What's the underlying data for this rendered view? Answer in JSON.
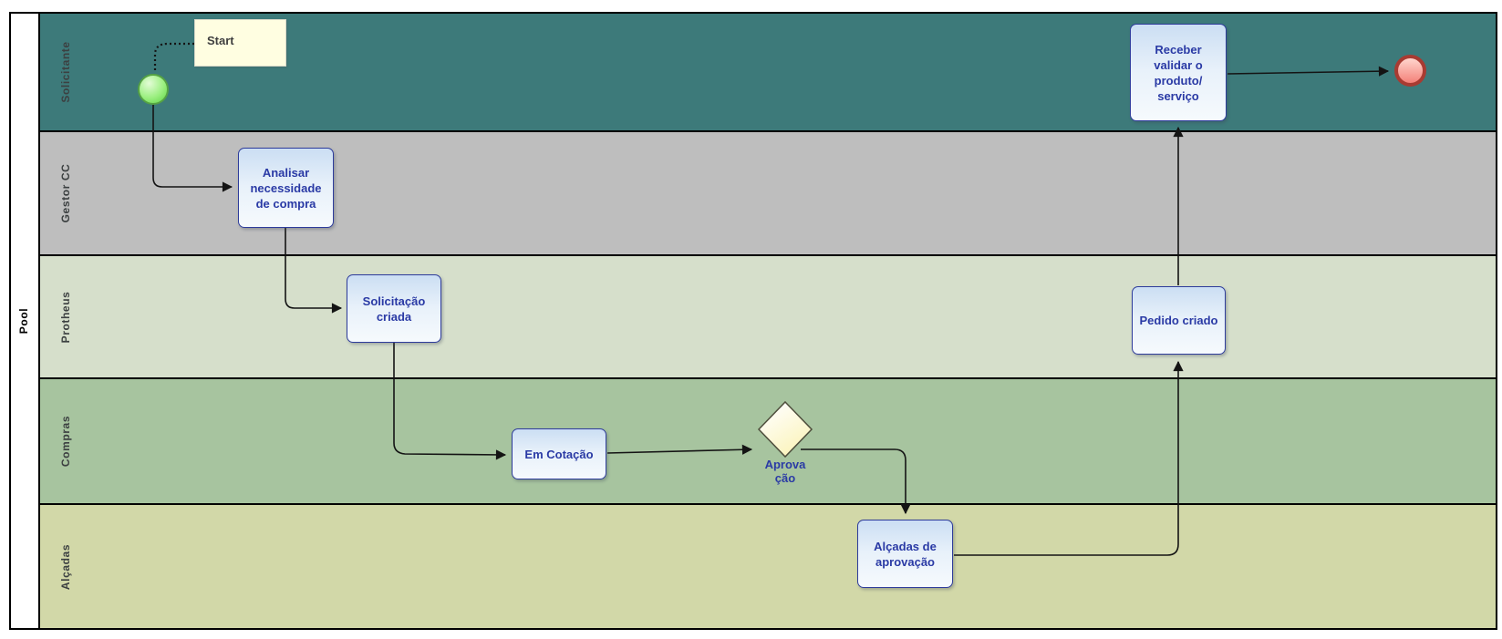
{
  "pool": {
    "label": "Pool"
  },
  "lanes": [
    {
      "label": "Solicitante",
      "color": "#3D7A7A"
    },
    {
      "label": "Gestor CC",
      "color": "#BEBEBE"
    },
    {
      "label": "Protheus",
      "color": "#D6DFCB"
    },
    {
      "label": "Compras",
      "color": "#A7C49F"
    },
    {
      "label": "Alçadas",
      "color": "#D2D8A8"
    }
  ],
  "nodes": {
    "start_note": "Start",
    "analisar": "Analisar\nnecessidade\nde compra",
    "solicitacao": "Solicitação\ncriada",
    "em_cotacao": "Em Cotação",
    "aprovacao": "Aprova\nção",
    "alcadas": "Alçadas de\naprovação",
    "pedido": "Pedido criado",
    "receber": "Receber\nvalidar o\nproduto/\nserviço"
  },
  "colors": {
    "task_fill_top": "#CBDEF3",
    "task_fill_bottom": "#F6FAFD",
    "task_border": "#2E3C9B",
    "task_text": "#2A3AA5",
    "note_fill": "#FFFEE1",
    "gateway_fill": "#FBF4BC",
    "start_event_fill": "#8BE96E",
    "start_event_border": "#55A244",
    "end_event_fill": "#F48078",
    "end_event_border": "#A83B32",
    "connector": "#141414"
  }
}
